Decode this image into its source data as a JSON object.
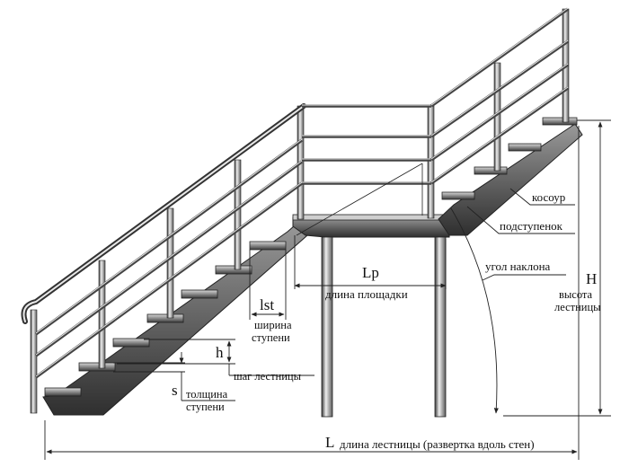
{
  "labels": {
    "kosour": "косоур",
    "podstupenok": "подступенок",
    "ugol_naklona": "угол наклона",
    "H": "H",
    "vysota_line1": "высота",
    "vysota_line2": "лестницы",
    "Lp": "Lp",
    "dlina_ploshchadki": "длина площадки",
    "lst": "lst",
    "shirina_line1": "ширина",
    "shirina_line2": "ступени",
    "h": "h",
    "shag_lestnitsy": "шаг лестницы",
    "s": "s",
    "tolshchina_line1": "толщина",
    "tolshchina_line2": "ступени",
    "L": "L",
    "dlina_lestnitsy": "длина лестницы (развертка вдоль стен)"
  },
  "colors": {
    "metal_dark": "#3a3a3a",
    "metal_mid": "#8c8c8c",
    "metal_light": "#d9d9d9",
    "line": "#222222"
  }
}
